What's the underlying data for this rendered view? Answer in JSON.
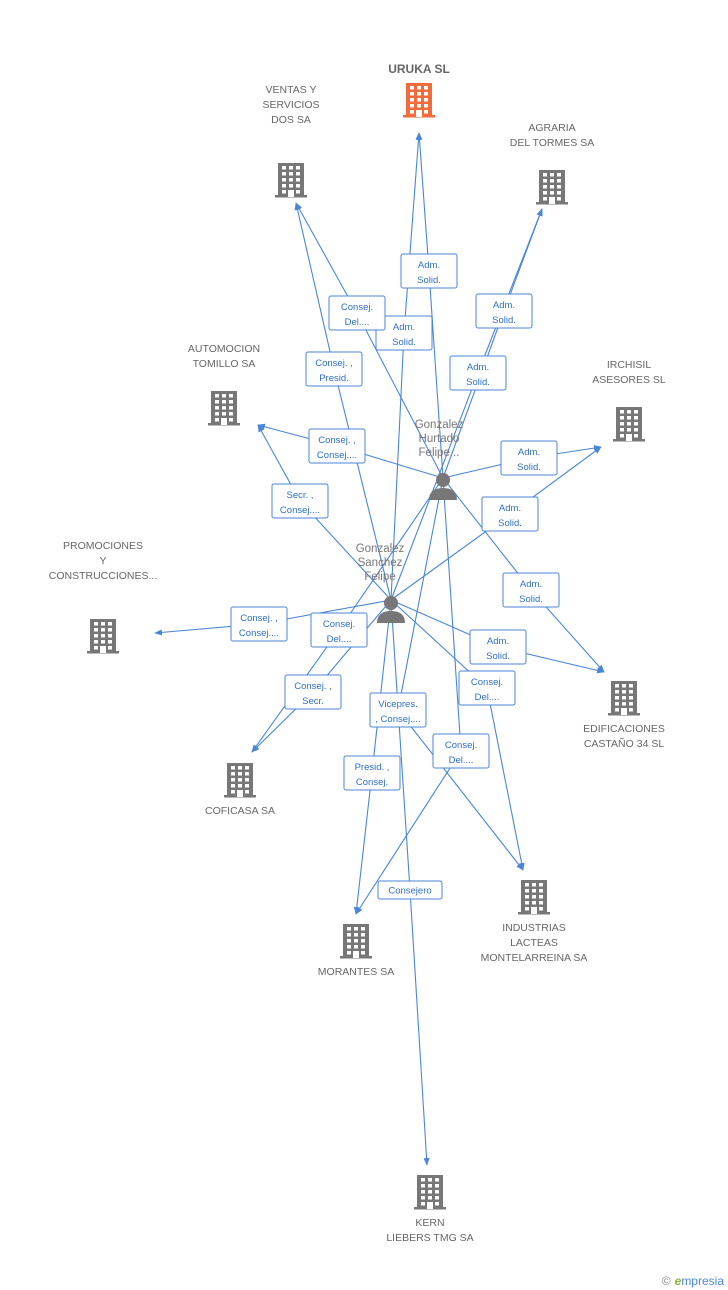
{
  "colors": {
    "edge": "#4a86d8",
    "company": "#777777",
    "main_company": "#f26b3a",
    "person": "#777777"
  },
  "companies": [
    {
      "id": "uruka",
      "lines": [
        "URUKA SL"
      ],
      "main": true
    },
    {
      "id": "ventas",
      "lines": [
        "VENTAS Y",
        "SERVICIOS",
        "DOS SA"
      ]
    },
    {
      "id": "agraria",
      "lines": [
        "AGRARIA",
        "DEL TORMES SA"
      ]
    },
    {
      "id": "automocion",
      "lines": [
        "AUTOMOCION",
        "TOMILLO SA"
      ]
    },
    {
      "id": "irchisil",
      "lines": [
        "IRCHISIL",
        "ASESORES SL"
      ]
    },
    {
      "id": "promociones",
      "lines": [
        "PROMOCIONES",
        "Y",
        "CONSTRUCCIONES..."
      ]
    },
    {
      "id": "edificaciones",
      "lines": [
        "EDIFICACIONES",
        "CASTAÑO 34 SL"
      ]
    },
    {
      "id": "coficasa",
      "lines": [
        "COFICASA SA"
      ]
    },
    {
      "id": "industrias",
      "lines": [
        "INDUSTRIAS",
        "LACTEAS",
        "MONTELARREINA SA"
      ]
    },
    {
      "id": "morantes",
      "lines": [
        "MORANTES SA"
      ]
    },
    {
      "id": "kern",
      "lines": [
        "KERN",
        "LIEBERS TMG SA"
      ]
    }
  ],
  "persons": [
    {
      "id": "hurtado",
      "lines": [
        "Gonzalez",
        "Hurtado",
        "Felipe..."
      ]
    },
    {
      "id": "sanchez",
      "lines": [
        "Gonzalez",
        "Sanchez",
        "Felipe"
      ]
    }
  ],
  "edges": [
    {
      "from": "hurtado",
      "to": "uruka",
      "role": [
        "Adm.",
        "Solid."
      ]
    },
    {
      "from": "sanchez",
      "to": "uruka",
      "role": [
        "Adm.",
        "Solid."
      ]
    },
    {
      "from": "hurtado",
      "to": "ventas",
      "role": [
        "Consej.",
        "Del...."
      ]
    },
    {
      "from": "sanchez",
      "to": "ventas",
      "role": [
        "Consej. ,",
        "Presid."
      ]
    },
    {
      "from": "hurtado",
      "to": "agraria",
      "role": [
        "Adm.",
        "Solid."
      ]
    },
    {
      "from": "sanchez",
      "to": "agraria",
      "role": [
        "Adm.",
        "Solid."
      ]
    },
    {
      "from": "hurtado",
      "to": "automocion",
      "role": [
        "Consej. ,",
        "Consej...."
      ]
    },
    {
      "from": "sanchez",
      "to": "automocion",
      "role": [
        "Secr. ,",
        "Consej...."
      ]
    },
    {
      "from": "hurtado",
      "to": "irchisil",
      "role": [
        "Adm.",
        "Solid."
      ]
    },
    {
      "from": "sanchez",
      "to": "irchisil",
      "role": [
        "Adm.",
        "Solid."
      ]
    },
    {
      "from": "hurtado",
      "to": "edificaciones",
      "role": [
        "Adm.",
        "Solid."
      ]
    },
    {
      "from": "sanchez",
      "to": "edificaciones",
      "role": [
        "Adm.",
        "Solid."
      ]
    },
    {
      "from": "sanchez",
      "to": "promociones",
      "role": [
        "Consej. ,",
        "Consej...."
      ]
    },
    {
      "from": "hurtado",
      "to": "coficasa",
      "role": [
        "Consej.",
        "Del...."
      ]
    },
    {
      "from": "sanchez",
      "to": "coficasa",
      "role": [
        "Consej. ,",
        "Secr."
      ]
    },
    {
      "from": "hurtado",
      "to": "industrias",
      "role": [
        "Vicepres.",
        ", Consej...."
      ]
    },
    {
      "from": "sanchez",
      "to": "industrias",
      "role": [
        "Consej.",
        "Del...."
      ]
    },
    {
      "from": "hurtado",
      "to": "morantes",
      "role": [
        "Consej.",
        "Del...."
      ]
    },
    {
      "from": "sanchez",
      "to": "morantes",
      "role": [
        "Presid. ,",
        "Consej."
      ]
    },
    {
      "from": "sanchez",
      "to": "kern",
      "role": [
        "Consejero"
      ]
    }
  ],
  "footer": {
    "copyright": "©",
    "brand_initial": "e",
    "brand_rest": "mpresia"
  }
}
